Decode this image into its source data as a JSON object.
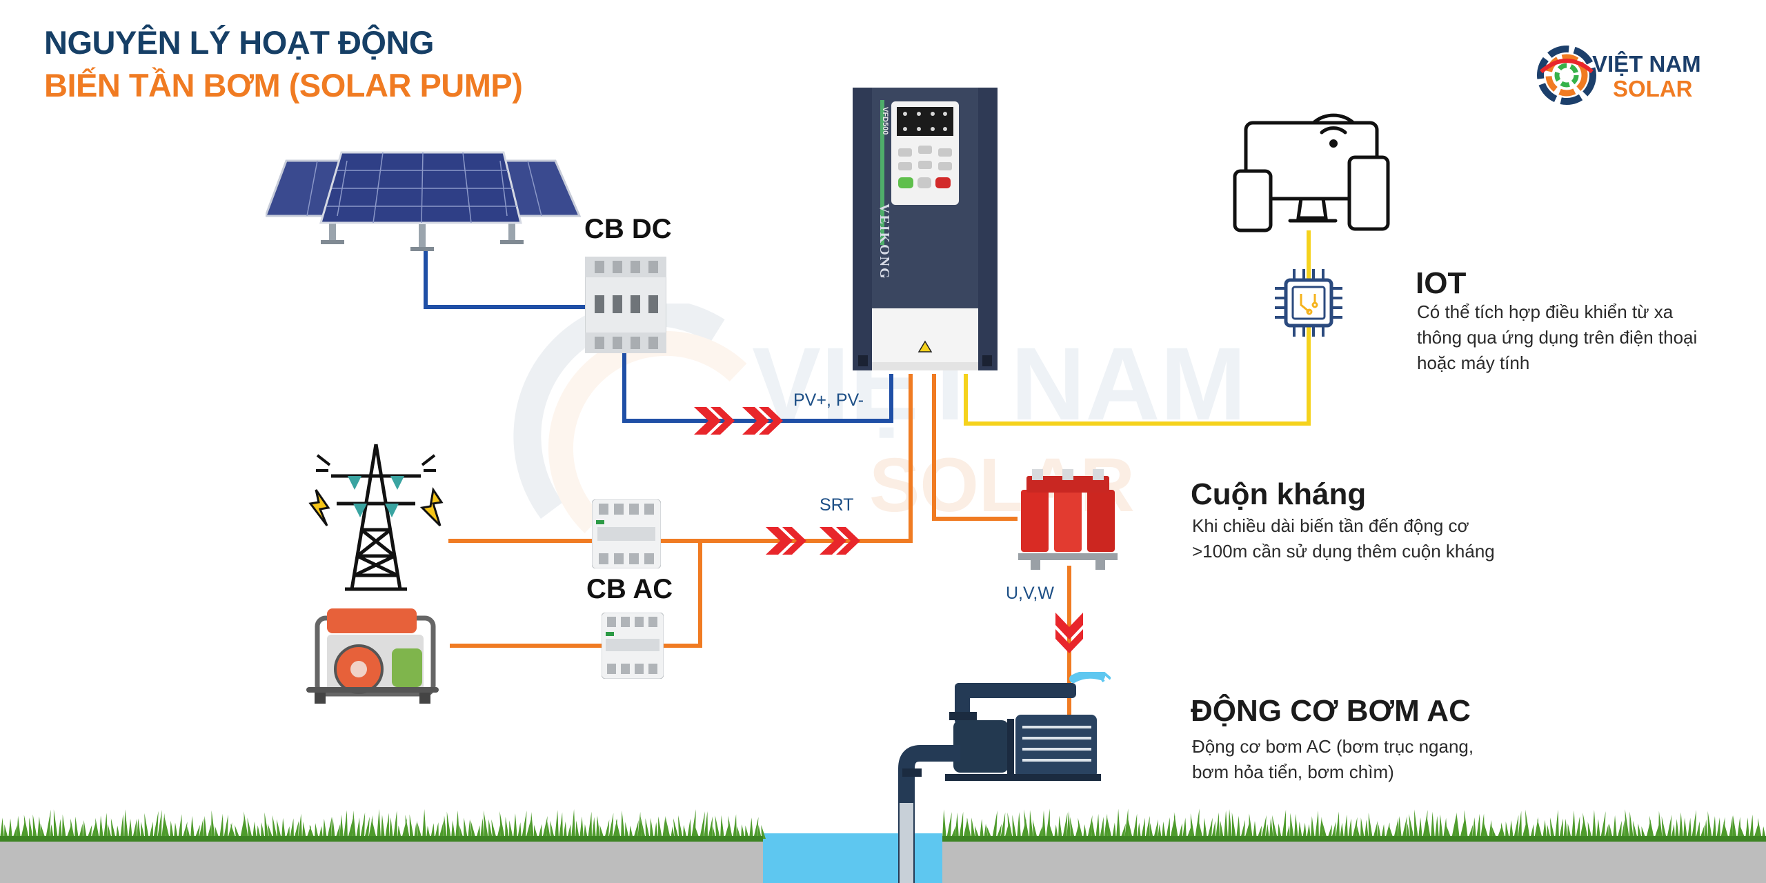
{
  "title": {
    "line1": "NGUYÊN LÝ HOẠT ĐỘNG",
    "line2": "BIẾN TẦN BƠM (SOLAR PUMP)"
  },
  "logo": {
    "line1": "VIỆT NAM",
    "line2": "SOLAR"
  },
  "watermark": {
    "line1": "VIỆT NAM",
    "line2": "SOLAR"
  },
  "labels": {
    "cb_dc": "CB DC",
    "cb_ac": "CB AC",
    "pv": "PV+, PV-",
    "srt": "SRT",
    "uvw": "U,V,W"
  },
  "iot": {
    "heading": "IOT",
    "lines": [
      "Có thể tích hợp điều khiển từ xa",
      "thông qua ứng dụng trên điện thoại",
      "hoặc máy tính"
    ]
  },
  "reactor": {
    "heading": "Cuộn kháng",
    "lines": [
      "Khi chiều dài biến tần đến động cơ",
      ">100m cần sử dụng thêm cuộn kháng"
    ]
  },
  "motor": {
    "heading": "ĐỘNG CƠ BƠM AC",
    "lines": [
      "Động cơ bơm AC (bơm trục ngang,",
      "bơm hỏa tiển, bơm chìm)"
    ]
  },
  "inverter": {
    "brand": "VEIKONG",
    "model": "VFD500"
  },
  "colors": {
    "dc_wire": "#1f4fa6",
    "ac_wire": "#f07b22",
    "iot_wire": "#f5d21c",
    "arrow": "#e8262b",
    "title_dark": "#163f66",
    "title_orange": "#f07b22",
    "grass": "#4e9b2c",
    "water": "#5ec7f0"
  }
}
